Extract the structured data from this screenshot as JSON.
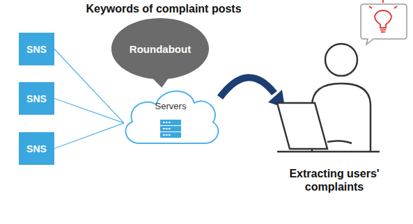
{
  "diagram": {
    "title": "Keywords of complaint posts",
    "nodes": [
      {
        "text": [
          "SNS"
        ]
      },
      {
        "text": [
          "SNS"
        ]
      },
      {
        "text": [
          "SNS"
        ]
      },
      {
        "text": [
          "Roundabout"
        ]
      },
      {
        "text": [
          "Servers"
        ]
      }
    ],
    "edges": [
      {
        "from": 0,
        "to": 4,
        "arrow": "none"
      },
      {
        "from": 1,
        "to": 4,
        "arrow": "none"
      },
      {
        "from": 2,
        "to": 4,
        "arrow": "none"
      }
    ],
    "labels": [
      "Extracting users' complaints"
    ]
  }
}
